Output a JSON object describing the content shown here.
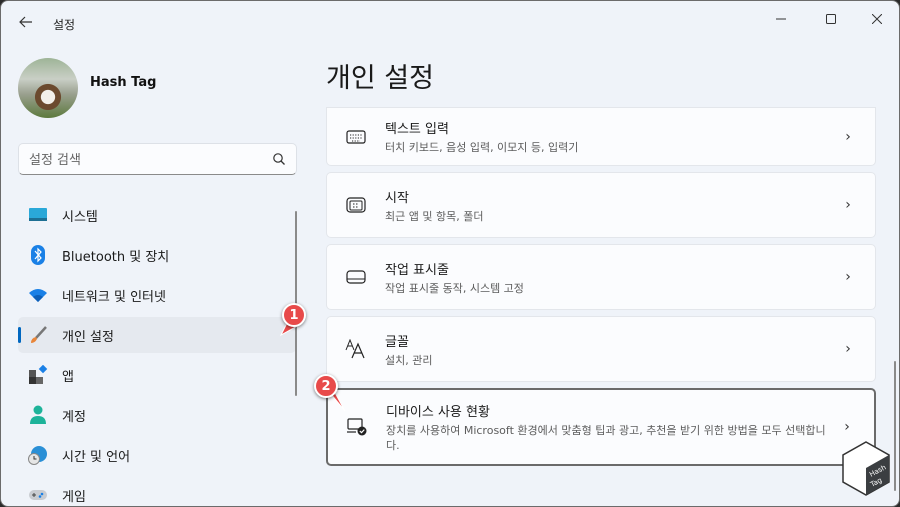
{
  "window": {
    "app_title": "설정",
    "controls": {
      "minimize": "—",
      "maximize": "☐",
      "close": "✕"
    }
  },
  "user": {
    "name": "Hash Tag"
  },
  "search": {
    "placeholder": "설정 검색",
    "value": ""
  },
  "sidebar": {
    "items": [
      {
        "label": "시스템",
        "icon": "system-icon",
        "active": false
      },
      {
        "label": "Bluetooth 및 장치",
        "icon": "bluetooth-icon",
        "active": false
      },
      {
        "label": "네트워크 및 인터넷",
        "icon": "wifi-icon",
        "active": false
      },
      {
        "label": "개인 설정",
        "icon": "paintbrush-icon",
        "active": true
      },
      {
        "label": "앱",
        "icon": "apps-icon",
        "active": false
      },
      {
        "label": "계정",
        "icon": "account-icon",
        "active": false
      },
      {
        "label": "시간 및 언어",
        "icon": "globe-clock-icon",
        "active": false
      },
      {
        "label": "게임",
        "icon": "gamepad-icon",
        "active": false
      }
    ]
  },
  "main": {
    "title": "개인 설정",
    "cards": [
      {
        "title": "텍스트 입력",
        "subtitle": "터치 키보드, 음성 입력, 이모지 등, 입력기",
        "icon": "keyboard-icon"
      },
      {
        "title": "시작",
        "subtitle": "최근 앱 및 항목, 폴더",
        "icon": "start-icon"
      },
      {
        "title": "작업 표시줄",
        "subtitle": "작업 표시줄 동작, 시스템 고정",
        "icon": "taskbar-icon"
      },
      {
        "title": "글꼴",
        "subtitle": "설치, 관리",
        "icon": "fonts-icon"
      },
      {
        "title": "디바이스 사용 현황",
        "subtitle": "장치를 사용하여 Microsoft 환경에서 맞춤형 팁과 광고, 추천을 받기 위한 방법을 모두 선택합니다.",
        "icon": "device-usage-icon"
      }
    ],
    "chevron": "›"
  },
  "annotations": {
    "badge1": "1",
    "badge2": "2",
    "accent": "#e84a4a"
  },
  "watermark": {
    "line1": "Hash",
    "line2": "Tag"
  },
  "colors": {
    "accent": "#0067c0",
    "background": "#eff3f9",
    "card": "#fbfcfe"
  }
}
